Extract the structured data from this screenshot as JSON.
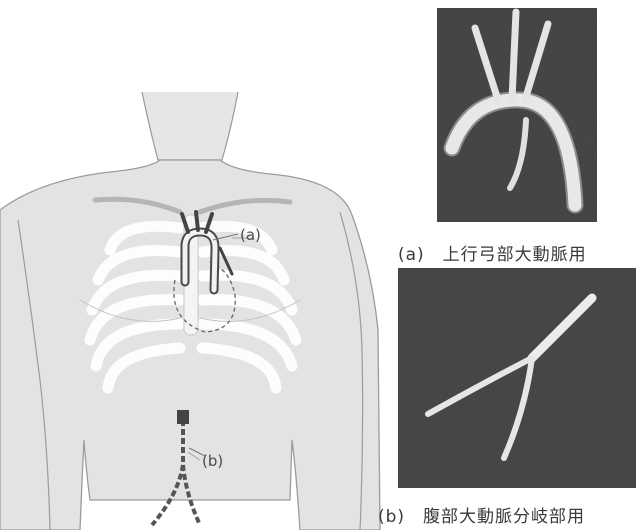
{
  "figure": {
    "label_a": "(a)",
    "label_b": "(b)",
    "caption_a": "(a)　上行弓部大動脈用",
    "caption_b": "(b)　腹部大動脈分岐部用"
  }
}
